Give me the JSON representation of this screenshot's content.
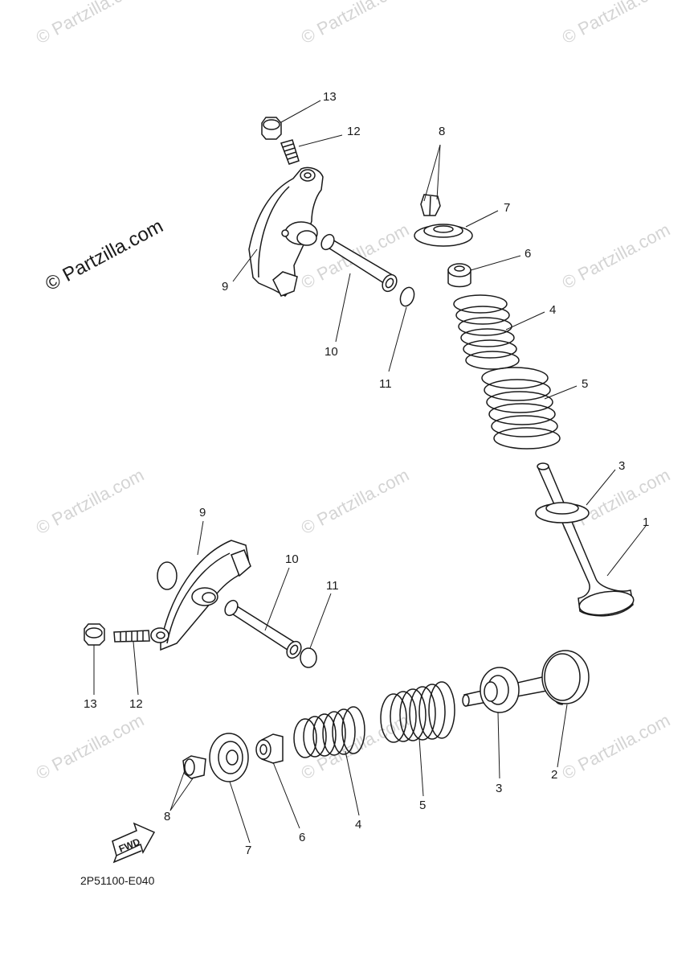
{
  "watermark": {
    "text": "© Partzilla.com",
    "main_text": "© Partzilla.com"
  },
  "diagram_code": "2P51100-E040",
  "fwd_label": "FWD",
  "callouts_upper": [
    "13",
    "12",
    "8",
    "7",
    "6",
    "9",
    "10",
    "11",
    "4",
    "5",
    "3",
    "1"
  ],
  "callouts_lower": [
    "9",
    "10",
    "11",
    "13",
    "12",
    "2",
    "3",
    "5",
    "4",
    "6",
    "7",
    "8"
  ]
}
